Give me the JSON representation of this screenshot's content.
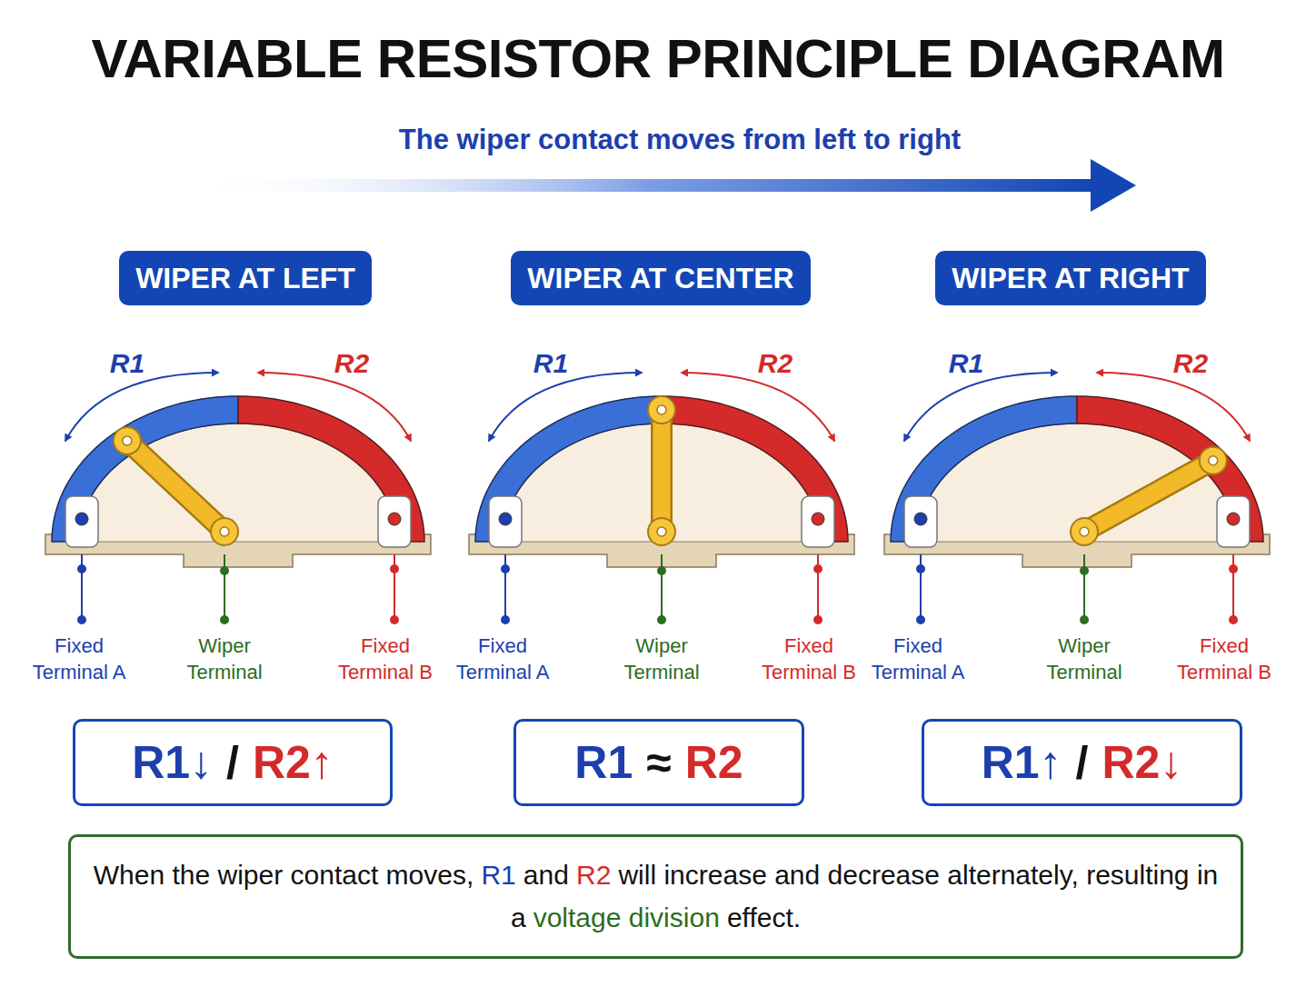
{
  "diagram": {
    "title": "VARIABLE RESISTOR PRINCIPLE DIAGRAM",
    "nodes": [
      {
        "text": [
          "WIPER AT LEFT"
        ]
      },
      {
        "text": [
          "WIPER AT CENTER"
        ]
      },
      {
        "text": [
          "WIPER AT RIGHT"
        ]
      },
      {
        "text": [
          "R1↓",
          "/",
          "R2↑"
        ]
      },
      {
        "text": [
          "R1",
          "≈",
          "R2"
        ]
      },
      {
        "text": [
          "R1↑",
          "/",
          "R2↓"
        ]
      },
      {
        "text": [
          "When the wiper contact moves,",
          "R1",
          "and",
          "R2",
          "will increase and decrease alternately, resulting in a",
          "voltage division",
          "effect."
        ]
      }
    ],
    "labels": [
      "The wiper contact moves from left to right",
      "R1",
      "R2",
      "R1",
      "R2",
      "R1",
      "R2",
      "Fixed Terminal A",
      "Wiper Terminal",
      "Fixed Terminal B",
      "Fixed Terminal A",
      "Wiper Terminal",
      "Fixed Terminal B",
      "Fixed Terminal A",
      "Wiper Terminal",
      "Fixed Terminal B"
    ]
  }
}
